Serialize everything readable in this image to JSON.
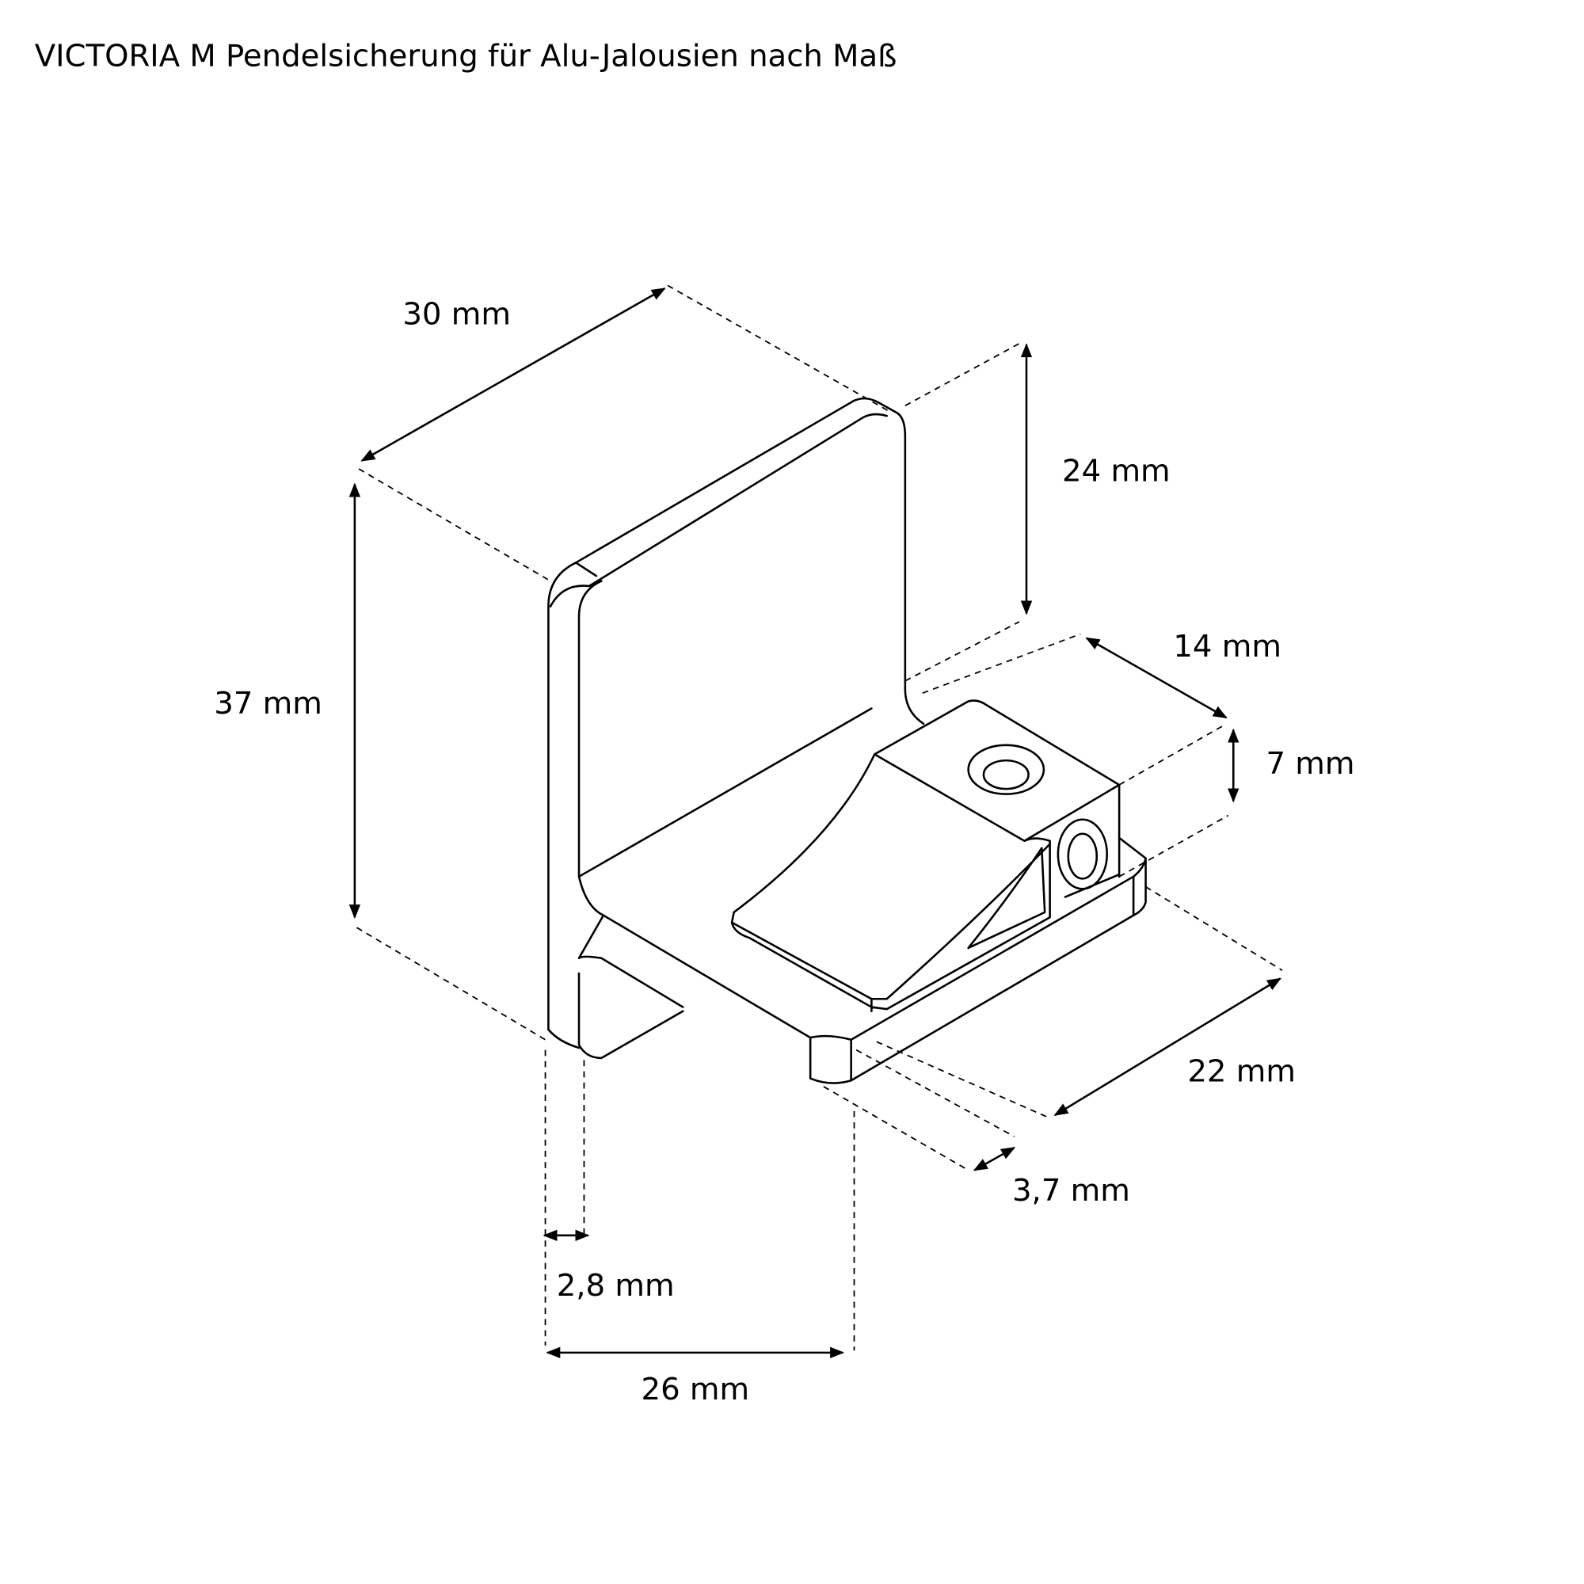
{
  "title": "VICTORIA M Pendelsicherung für Alu-Jalousien nach Maß",
  "dimensions": {
    "width_top": "30 mm",
    "height_total": "37 mm",
    "height_plate": "24 mm",
    "block_depth": "14 mm",
    "block_height": "7 mm",
    "base_depth": "22 mm",
    "base_thickness": "3,7 mm",
    "plate_thickness": "2,8 mm",
    "base_length": "26 mm"
  },
  "colors": {
    "line": "#000000",
    "background": "#ffffff"
  }
}
